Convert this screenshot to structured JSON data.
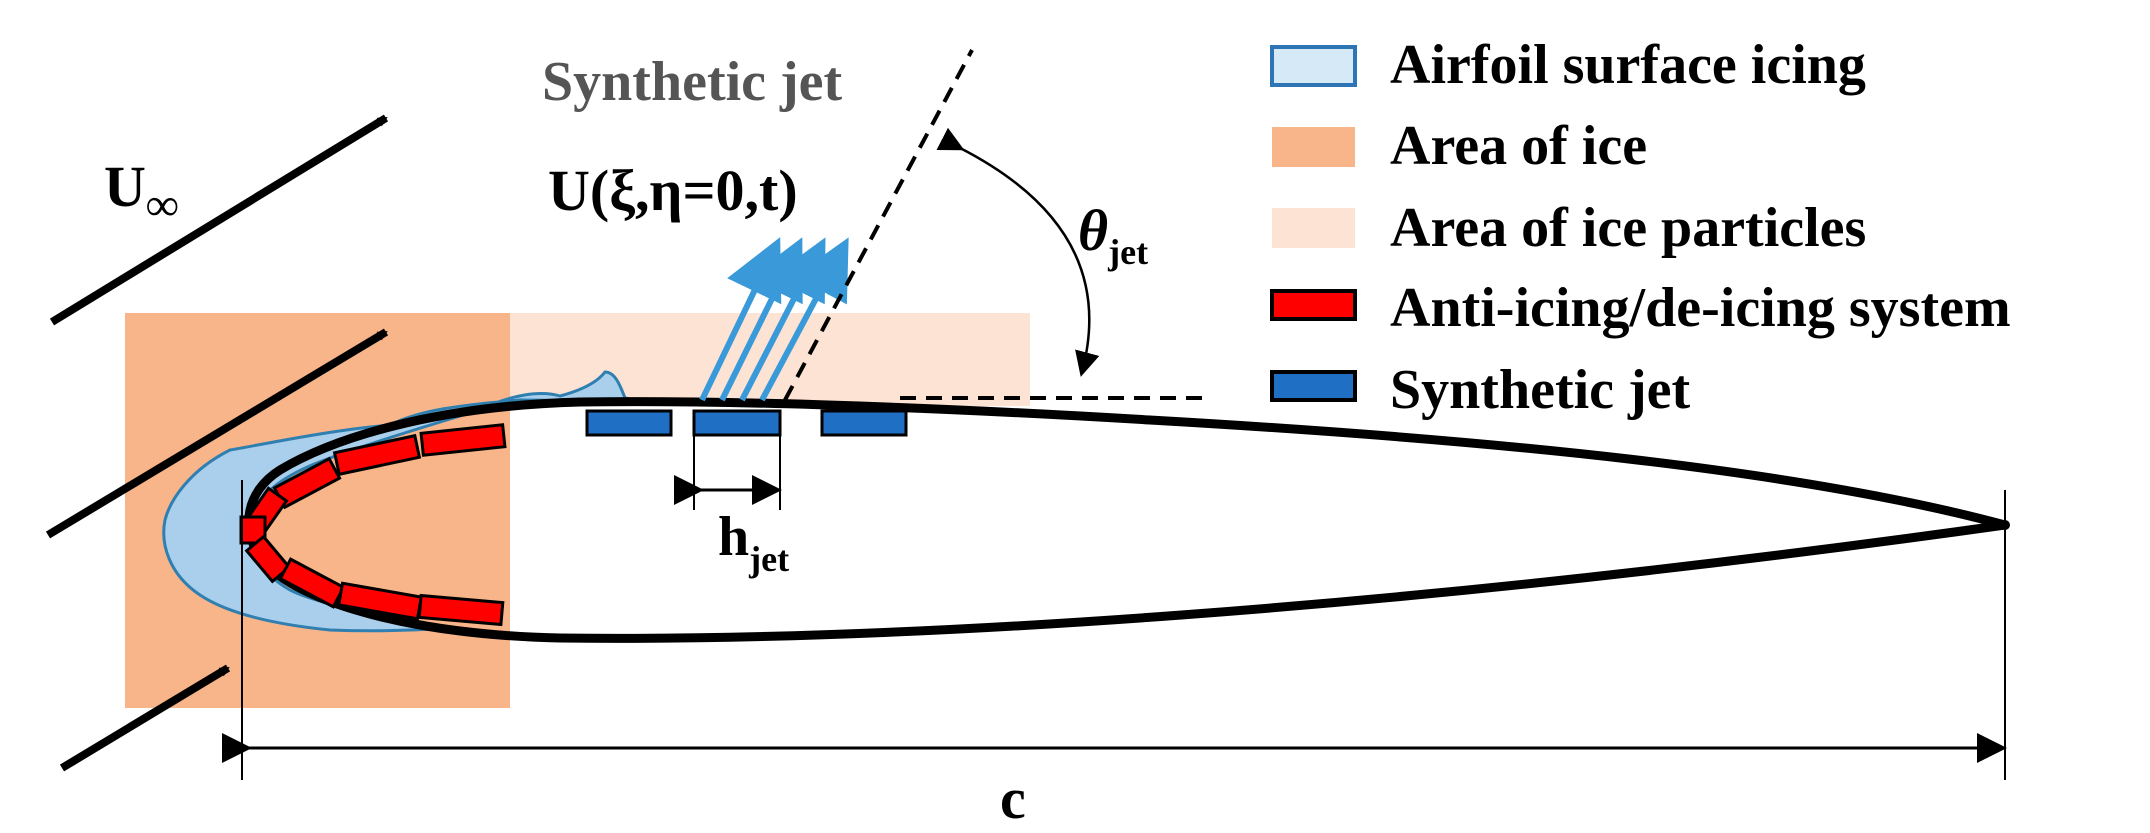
{
  "labels": {
    "synthetic_jet_title": "Synthetic jet",
    "velocity": "U(ξ,η=0,t)",
    "freestream_main": "U",
    "freestream_sub": "∞",
    "theta_main": "θ",
    "theta_sub": "jet",
    "h_main": "h",
    "h_sub": "jet",
    "chord": "c"
  },
  "legend": [
    {
      "label": "Airfoil surface icing",
      "fill": "#d6e9f7",
      "stroke": "#2e75b6"
    },
    {
      "label": "Area of ice",
      "fill": "#f8b58a",
      "stroke": "none"
    },
    {
      "label": "Area of ice particles",
      "fill": "#fde3d4",
      "stroke": "none"
    },
    {
      "label": "Anti-icing/de-icing system",
      "fill": "#ff0000",
      "stroke": "#000000"
    },
    {
      "label": "Synthetic jet",
      "fill": "#1f6fc5",
      "stroke": "#000000"
    }
  ],
  "colors": {
    "title_gray": "#555555",
    "jet_arrow": "#3a9ad9",
    "ice_shape_fill": "#a9cfec",
    "ice_shape_stroke": "#2f7fb0",
    "area_of_ice": "#f8b58a",
    "area_of_ice_particles": "#fde3d4",
    "heater_red": "#ff0000",
    "jet_blue": "#1f6fc5"
  }
}
